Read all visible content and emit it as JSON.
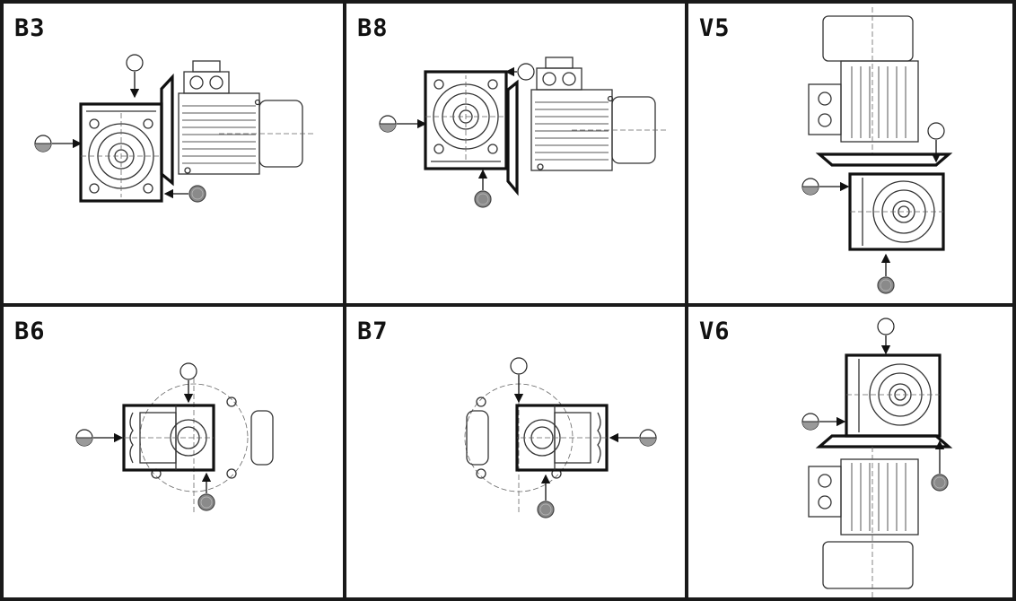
{
  "panels": [
    {
      "id": "b3",
      "label": "B3"
    },
    {
      "id": "b8",
      "label": "B8"
    },
    {
      "id": "v5",
      "label": "V5"
    },
    {
      "id": "b6",
      "label": "B6"
    },
    {
      "id": "b7",
      "label": "B7"
    },
    {
      "id": "v6",
      "label": "V6"
    }
  ],
  "symbols": {
    "vent_plug": "empty-circle-icon",
    "level_plug": "half-filled-circle-icon",
    "drain_plug": "filled-circle-icon"
  },
  "colors": {
    "frame": "#1a1a1a",
    "drawing": "#333333",
    "drain_plug_fill": "#8a8a8a",
    "background": "#ffffff"
  }
}
